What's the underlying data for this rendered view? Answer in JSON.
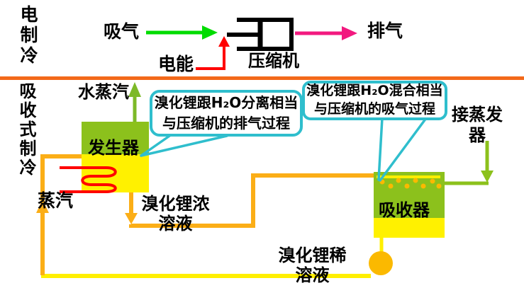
{
  "colors": {
    "divider": "#F3691A",
    "green-bright": "#00DC00",
    "green-apple": "#7DB928",
    "box-green": "#8CC11C",
    "box-yellow": "#FFF100",
    "pipe-orange": "#FBAE17",
    "pipe-yellow": "#FFEF00",
    "pump": "#FBB900",
    "red": "#FF0000",
    "pink": "#F2197F",
    "cyan": "#2FBECD",
    "ink": "#000000"
  },
  "sections": {
    "electric_label": "电制冷",
    "absorption_label": "吸收式制冷"
  },
  "electric_diagram": {
    "intake_label": "吸气",
    "power_label": "电能",
    "compressor_label": "压缩机",
    "exhaust_label": "排气"
  },
  "absorption_diagram": {
    "water_vapor_label": "水蒸汽",
    "generator_label": "发生器",
    "steam_label": "蒸汽",
    "concentrated_solution_label": "溴化锂浓\n溶液",
    "dilute_solution_label": "溴化锂稀\n溶液",
    "absorber_label": "吸收器",
    "to_evaporator_label": "接蒸发\n器"
  },
  "callouts": {
    "separation": "溴化锂跟H₂O分离相当\n与压缩机的排气过程",
    "mixing": "溴化锂跟H₂O混合相当\n与压缩机的吸气过程"
  }
}
